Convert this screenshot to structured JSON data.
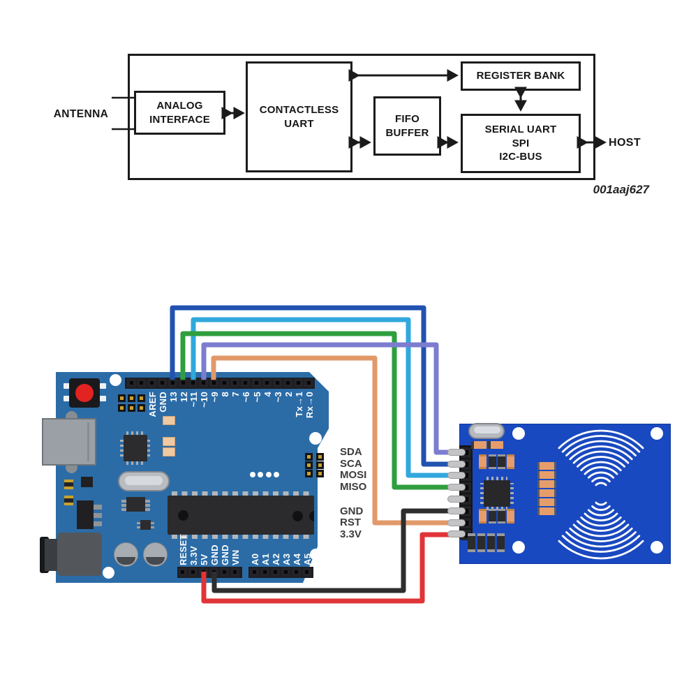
{
  "colors": {
    "diagram_line": "#1b1b1b",
    "arduino_board": "#2b6ca7",
    "rc522_board": "#1949c0",
    "wire_blue": "#2152b0",
    "wire_green": "#2f9e3e",
    "wire_cyan": "#30a8dd",
    "wire_purple": "#7c7cd0",
    "wire_orange": "#e2996a",
    "wire_black": "#2e2e2e",
    "wire_red": "#e03438"
  },
  "block_diagram": {
    "antenna_label": "ANTENNA",
    "host_label": "HOST",
    "watermark": "001aaj627",
    "boxes": {
      "analog_interface": "ANALOG\nINTERFACE",
      "contactless_uart": "CONTACTLESS\nUART",
      "register_bank": "REGISTER BANK",
      "fifo_buffer": "FIFO\nBUFFER",
      "serial_interfaces": "SERIAL UART\nSPI\nI2C-BUS"
    }
  },
  "wiring": {
    "arduino": {
      "digital_labels": [
        "AREF",
        "GND",
        "13",
        "12",
        "~11",
        "~10",
        "~9",
        "8",
        "7",
        "~6",
        "~5",
        "4",
        "~3",
        "2",
        "Tx→1",
        "Rx→0"
      ],
      "power_labels": [
        "RESET",
        "3.3V",
        "5V",
        "GND",
        "GND",
        "VIN"
      ],
      "analog_labels": [
        "A0",
        "A1",
        "A2",
        "A3",
        "A4",
        "A5"
      ]
    },
    "rc522_labels": [
      "SDA",
      "SCA",
      "MOSI",
      "MISO",
      "GND",
      "RST",
      "3.3V"
    ],
    "wires": [
      {
        "name": "sda",
        "color": "#7c7cd0",
        "from": "~10",
        "to": "SDA"
      },
      {
        "name": "sck",
        "color": "#2152b0",
        "from": "13",
        "to": "SCA"
      },
      {
        "name": "mosi",
        "color": "#30a8dd",
        "from": "~11",
        "to": "MOSI"
      },
      {
        "name": "miso",
        "color": "#2f9e3e",
        "from": "12",
        "to": "MISO"
      },
      {
        "name": "gnd",
        "color": "#2e2e2e",
        "from": "GND",
        "to": "GND"
      },
      {
        "name": "rst",
        "color": "#e2996a",
        "from": "~9",
        "to": "RST"
      },
      {
        "name": "v33",
        "color": "#e03438",
        "from": "5V",
        "to": "3.3V"
      }
    ]
  }
}
